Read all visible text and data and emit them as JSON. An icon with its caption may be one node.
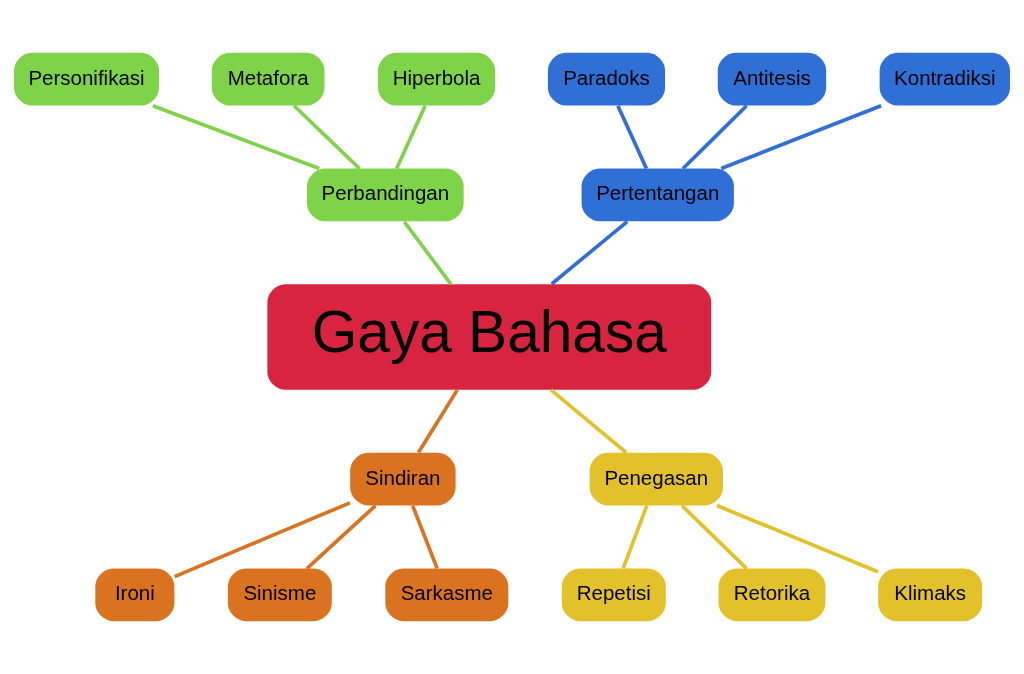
{
  "diagram": {
    "nodes": [
      {
        "text": [
          "Gaya Bahasa"
        ]
      },
      {
        "text": [
          "Perbandingan"
        ]
      },
      {
        "text": [
          "Personifikasi"
        ]
      },
      {
        "text": [
          "Metafora"
        ]
      },
      {
        "text": [
          "Hiperbola"
        ]
      },
      {
        "text": [
          "Pertentangan"
        ]
      },
      {
        "text": [
          "Paradoks"
        ]
      },
      {
        "text": [
          "Antitesis"
        ]
      },
      {
        "text": [
          "Kontradiksi"
        ]
      },
      {
        "text": [
          "Sindiran"
        ]
      },
      {
        "text": [
          "Ironi"
        ]
      },
      {
        "text": [
          "Sinisme"
        ]
      },
      {
        "text": [
          "Sarkasme"
        ]
      },
      {
        "text": [
          "Penegasan"
        ]
      },
      {
        "text": [
          "Repetisi"
        ]
      },
      {
        "text": [
          "Retorika"
        ]
      },
      {
        "text": [
          "Klimaks"
        ]
      }
    ],
    "edges": [
      {
        "from": 2,
        "to": 1,
        "arrow": "none",
        "color": "#7ed348"
      },
      {
        "from": 3,
        "to": 1,
        "arrow": "none",
        "color": "#7ed348"
      },
      {
        "from": 4,
        "to": 1,
        "arrow": "none",
        "color": "#7ed348"
      },
      {
        "from": 6,
        "to": 5,
        "arrow": "none",
        "color": "#2f6fd6"
      },
      {
        "from": 7,
        "to": 5,
        "arrow": "none",
        "color": "#2f6fd6"
      },
      {
        "from": 8,
        "to": 5,
        "arrow": "none",
        "color": "#2f6fd6"
      },
      {
        "from": 1,
        "to": 0,
        "arrow": "none",
        "color": "#7ed348"
      },
      {
        "from": 5,
        "to": 0,
        "arrow": "none",
        "color": "#2f6fd6"
      },
      {
        "from": 0,
        "to": 9,
        "arrow": "none",
        "color": "#d9731f"
      },
      {
        "from": 0,
        "to": 13,
        "arrow": "none",
        "color": "#e2c12a"
      },
      {
        "from": 9,
        "to": 10,
        "arrow": "none",
        "color": "#d9731f"
      },
      {
        "from": 9,
        "to": 11,
        "arrow": "none",
        "color": "#d9731f"
      },
      {
        "from": 9,
        "to": 12,
        "arrow": "none",
        "color": "#d9731f"
      },
      {
        "from": 13,
        "to": 14,
        "arrow": "none",
        "color": "#e2c12a"
      },
      {
        "from": 13,
        "to": 15,
        "arrow": "none",
        "color": "#e2c12a"
      },
      {
        "from": 13,
        "to": 16,
        "arrow": "none",
        "color": "#e2c12a"
      }
    ]
  }
}
